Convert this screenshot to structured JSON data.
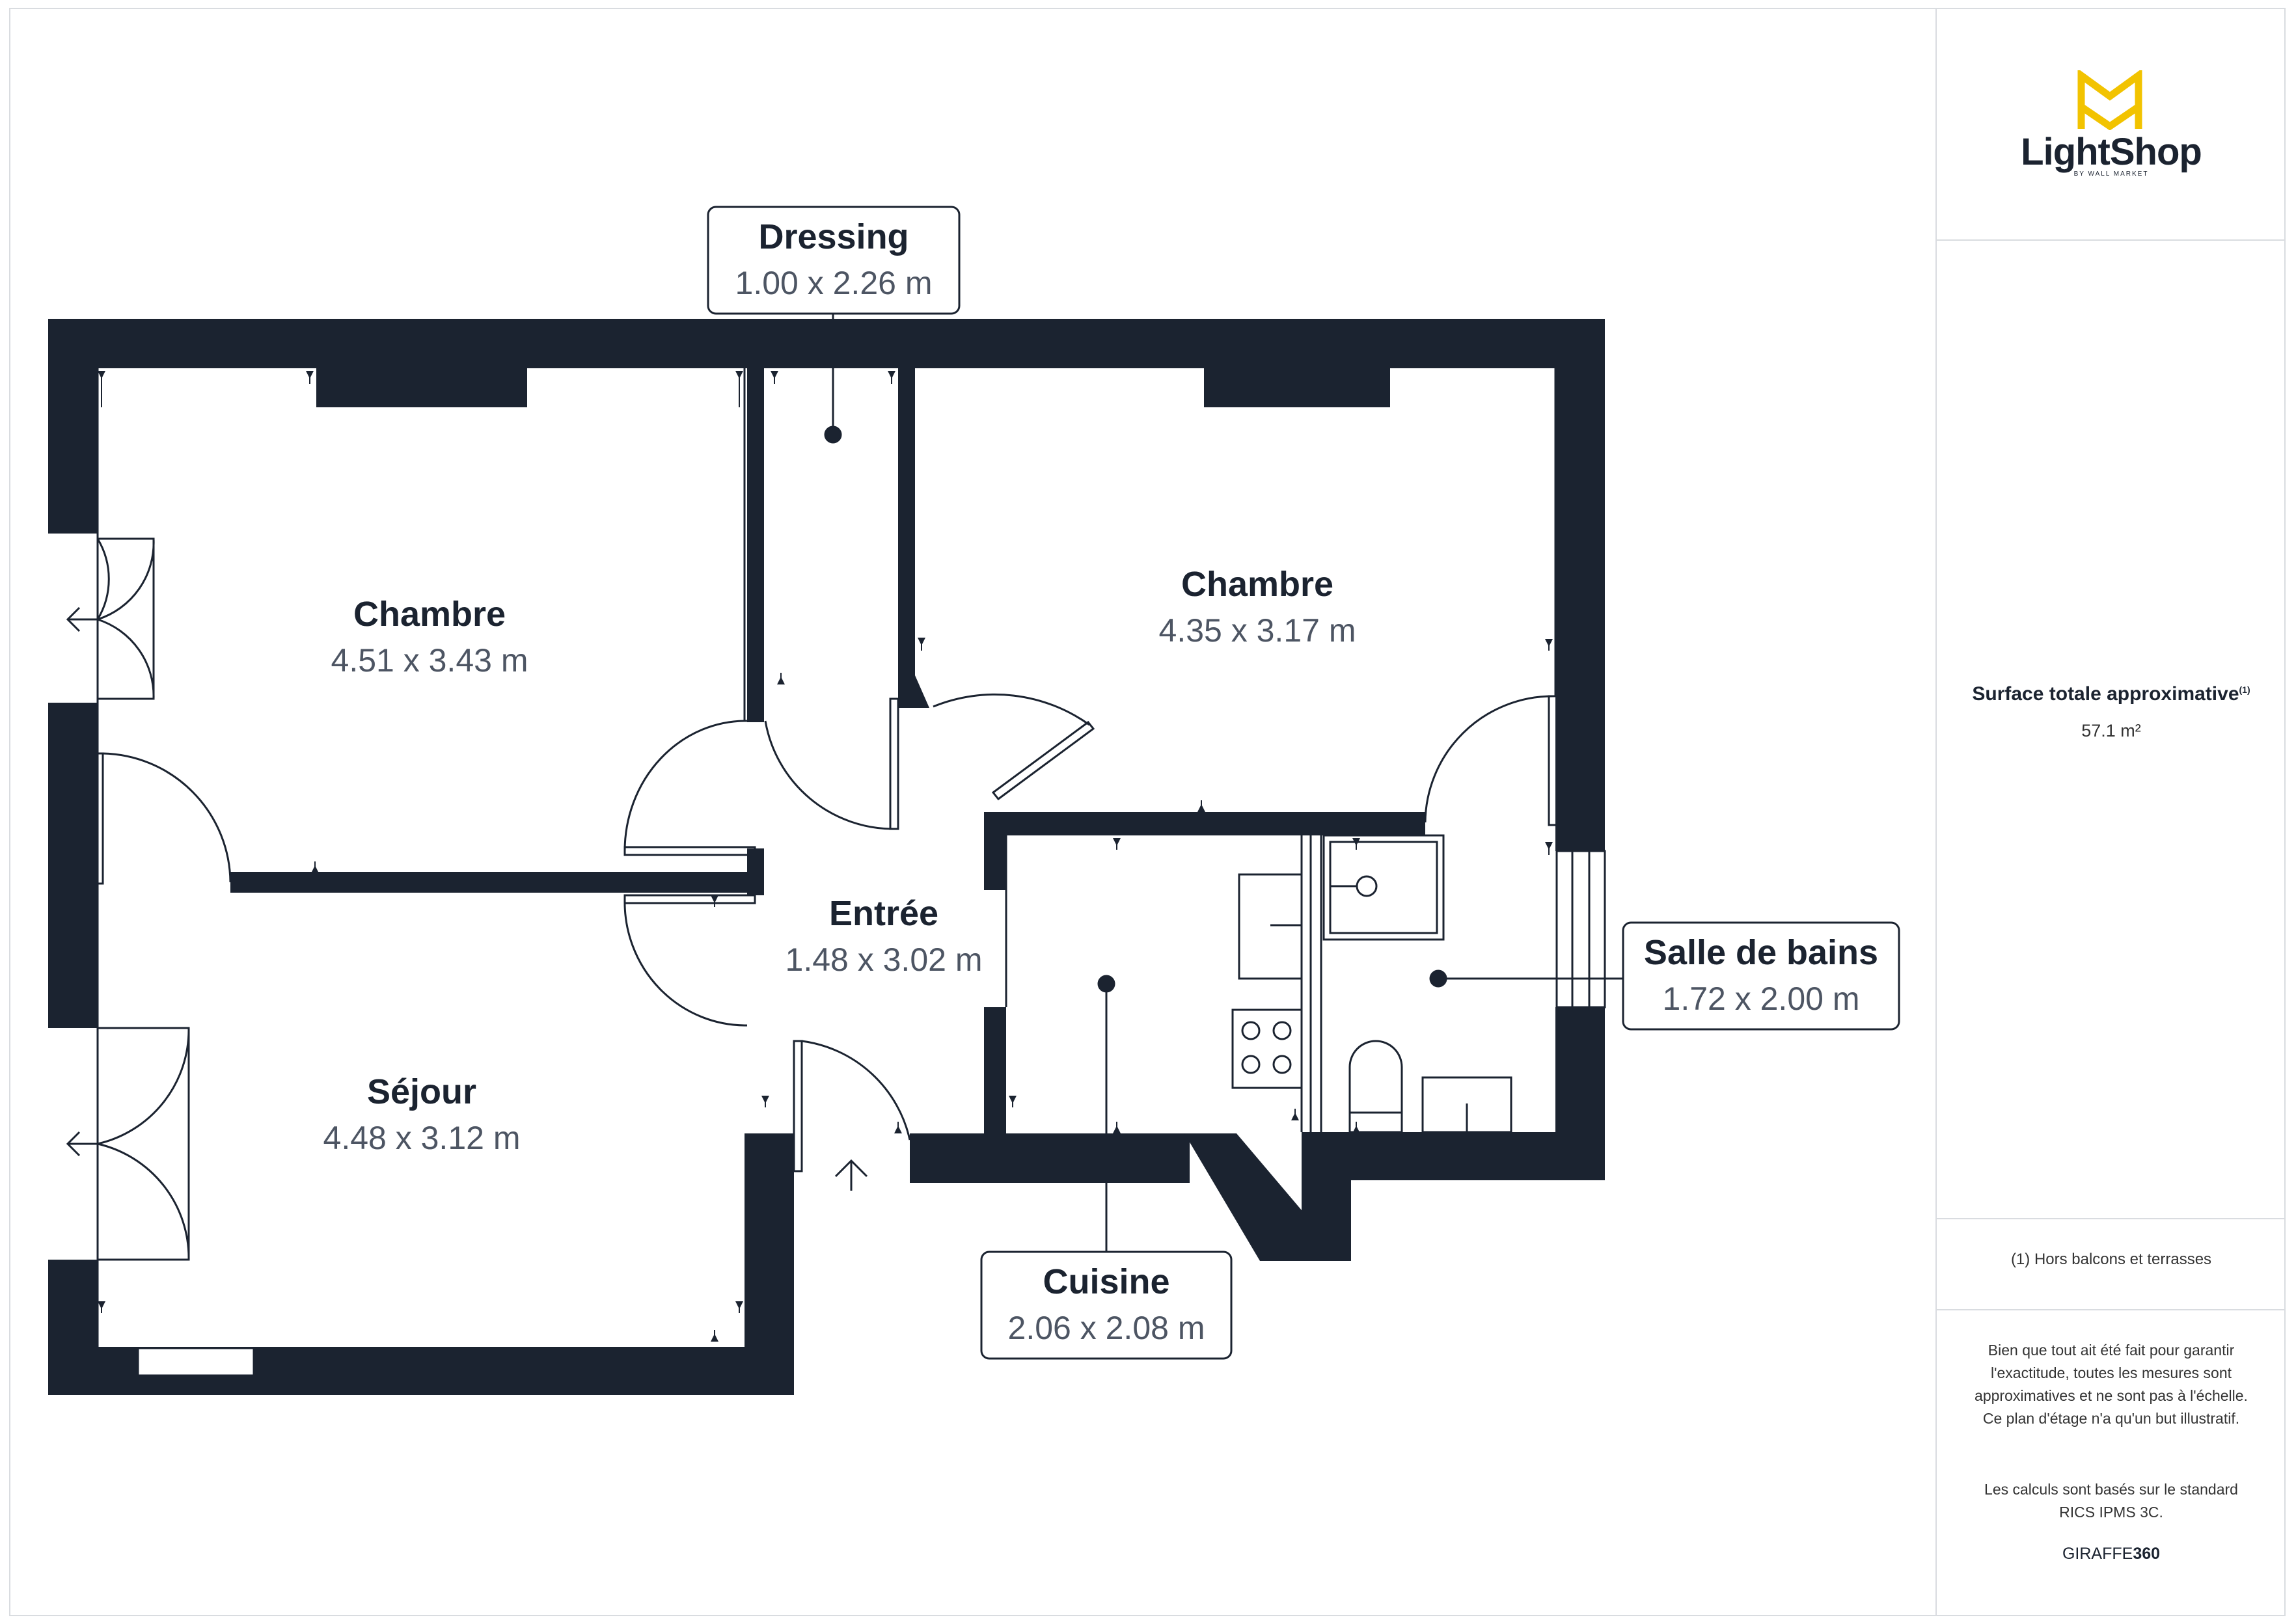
{
  "brand": {
    "name": "LightShop",
    "subtitle": "BY WALL MARKET",
    "logo_color": "#f2c300"
  },
  "summary": {
    "area_label": "Surface totale approximative",
    "area_footnote_mark": "(1)",
    "area_value": "57.1 m²",
    "footnote": "(1) Hors balcons et terrasses",
    "disclaimer": "Bien que tout ait été fait pour garantir l'exactitude, toutes les mesures sont approximatives et ne sont pas à l'échelle. Ce plan d'étage n'a qu'un but illustratif.",
    "calc_note": "Les calculs sont basés sur le standard RICS IPMS 3C.",
    "credit_prefix": "GIRAFFE",
    "credit_suffix": "360"
  },
  "colors": {
    "wall": "#1b2330",
    "text": "#1b2330",
    "dim_text": "#4d5563",
    "label_border": "#1b2330"
  },
  "rooms": [
    {
      "name": "Chambre",
      "dims": "4.51 x 3.43 m"
    },
    {
      "name": "Chambre",
      "dims": "4.35 x 3.17 m"
    },
    {
      "name": "Entrée",
      "dims": "1.48 x 3.02 m"
    },
    {
      "name": "Séjour",
      "dims": "4.48 x 3.12 m"
    },
    {
      "name": "Dressing",
      "dims": "1.00 x 2.26 m"
    },
    {
      "name": "Salle de bains",
      "dims": "1.72 x 2.00 m"
    },
    {
      "name": "Cuisine",
      "dims": "2.06 x 2.08 m"
    }
  ]
}
